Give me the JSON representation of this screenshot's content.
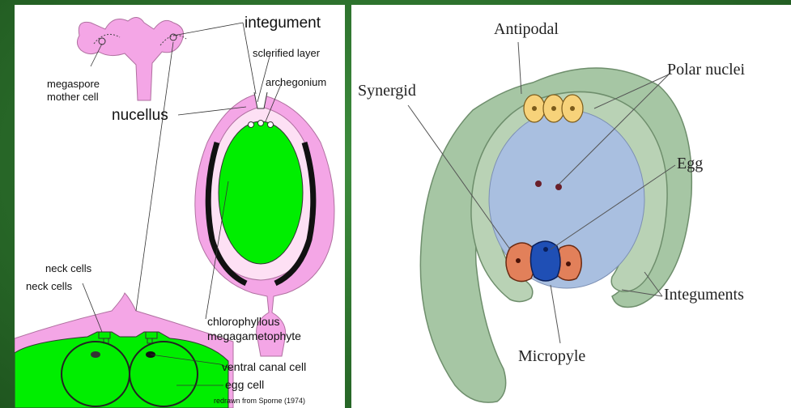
{
  "left_diagram": {
    "labels": {
      "integument": "integument",
      "sclerified_layer": "sclerified layer",
      "archegonium": "archegonium",
      "megaspore_line1": "megaspore",
      "megaspore_line2": "mother cell",
      "nucellus": "nucellus",
      "neck_cells_1": "neck cells",
      "neck_cells_2": "neck cells",
      "chloro_line1": "chlorophyllous",
      "chloro_line2": "megagametophyte",
      "ventral_canal_cell": "ventral canal cell",
      "egg_cell": "egg cell",
      "credit": "redrawn from Sporne (1974)"
    }
  },
  "right_diagram": {
    "labels": {
      "antipodal": "Antipodal",
      "polar_nuclei": "Polar nuclei",
      "synergid": "Synergid",
      "egg": "Egg",
      "integuments": "Integuments",
      "micropyle": "Micropyle"
    }
  },
  "colors": {
    "pink": "#f4a6e6",
    "green": "#00ee00",
    "sac_blue": "#a9bfe0",
    "integument_green": "#9fc09f",
    "antipodal_yellow": "#f7d27a",
    "synergid_orange": "#e2805a",
    "egg_blue": "#1f4fb5"
  }
}
